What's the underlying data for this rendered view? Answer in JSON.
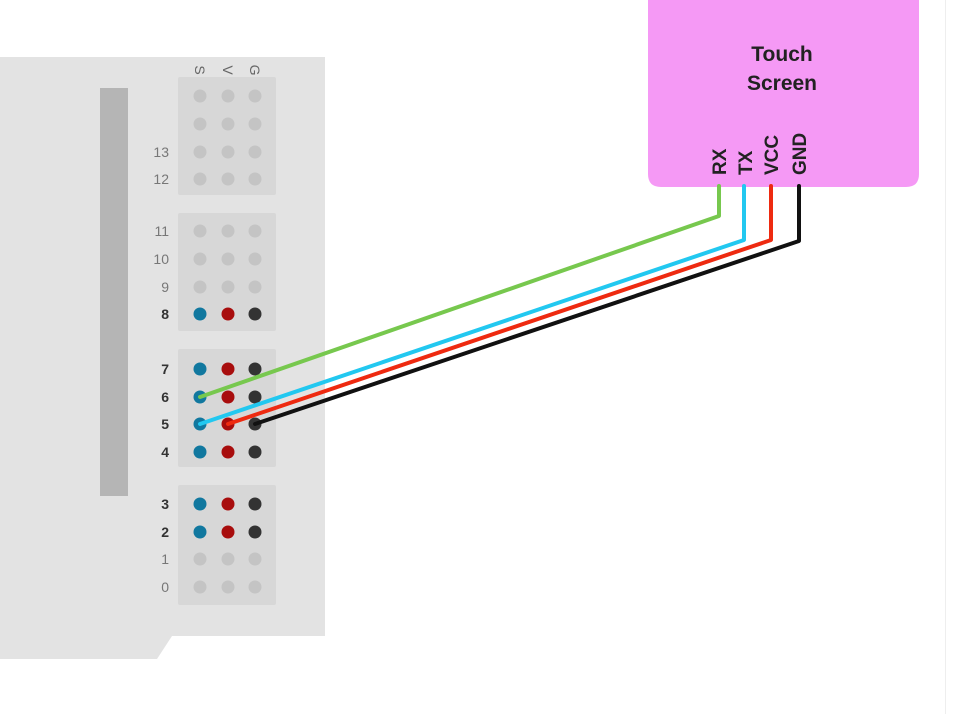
{
  "board": {
    "headers": [
      "S",
      "V",
      "G"
    ],
    "pins": [
      {
        "num": "",
        "active": false
      },
      {
        "num": "",
        "active": false
      },
      {
        "num": "13",
        "active": false
      },
      {
        "num": "12",
        "active": false
      },
      {
        "num": "11",
        "active": false
      },
      {
        "num": "10",
        "active": false
      },
      {
        "num": "9",
        "active": false
      },
      {
        "num": "8",
        "active": true
      },
      {
        "num": "7",
        "active": true
      },
      {
        "num": "6",
        "active": true
      },
      {
        "num": "5",
        "active": true
      },
      {
        "num": "4",
        "active": true
      },
      {
        "num": "3",
        "active": true
      },
      {
        "num": "2",
        "active": true
      },
      {
        "num": "1",
        "active": false
      },
      {
        "num": "0",
        "active": false
      }
    ]
  },
  "touch_screen": {
    "title_line1": "Touch",
    "title_line2": "Screen",
    "pins": [
      "RX",
      "TX",
      "VCC",
      "GND"
    ]
  },
  "wires": [
    {
      "from": "RX",
      "to_pin": "6",
      "to_col": "S",
      "color": "#77c84e"
    },
    {
      "from": "TX",
      "to_pin": "5",
      "to_col": "S",
      "color": "#22c8f0"
    },
    {
      "from": "VCC",
      "to_pin": "5",
      "to_col": "V",
      "color": "#ee2a10"
    },
    {
      "from": "GND",
      "to_pin": "5",
      "to_col": "G",
      "color": "#111111"
    }
  ],
  "colors": {
    "signal": "#11789f",
    "power": "#a80d0d",
    "ground": "#333333",
    "inactive": "#c4c4c4",
    "board": "#e3e3e3",
    "pin_block": "#d7d7d7",
    "strip": "#b5b5b5",
    "screen": "#f599f5"
  }
}
